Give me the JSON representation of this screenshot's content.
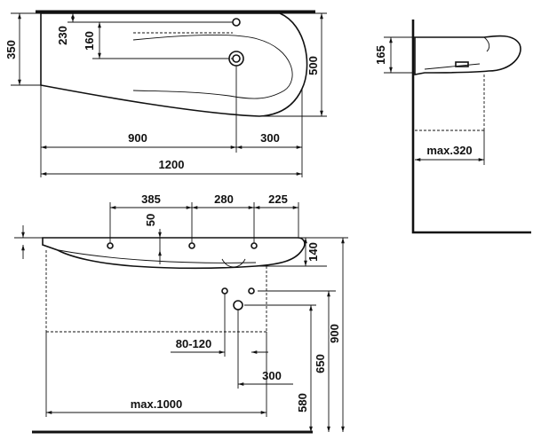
{
  "top_view": {
    "dims": {
      "d350": "350",
      "d230": "230",
      "d160": "160",
      "d500": "500",
      "d900": "900",
      "d300": "300",
      "d1200": "1200"
    }
  },
  "side_view": {
    "dims": {
      "d165": "165",
      "max320": "max.320"
    }
  },
  "front_view": {
    "dims": {
      "d385": "385",
      "d280": "280",
      "d225": "225",
      "d50": "50",
      "d140": "140",
      "d80_120": "80-120",
      "d300b": "300",
      "d580": "580",
      "d650": "650",
      "d900b": "900",
      "max1000": "max.1000"
    }
  }
}
